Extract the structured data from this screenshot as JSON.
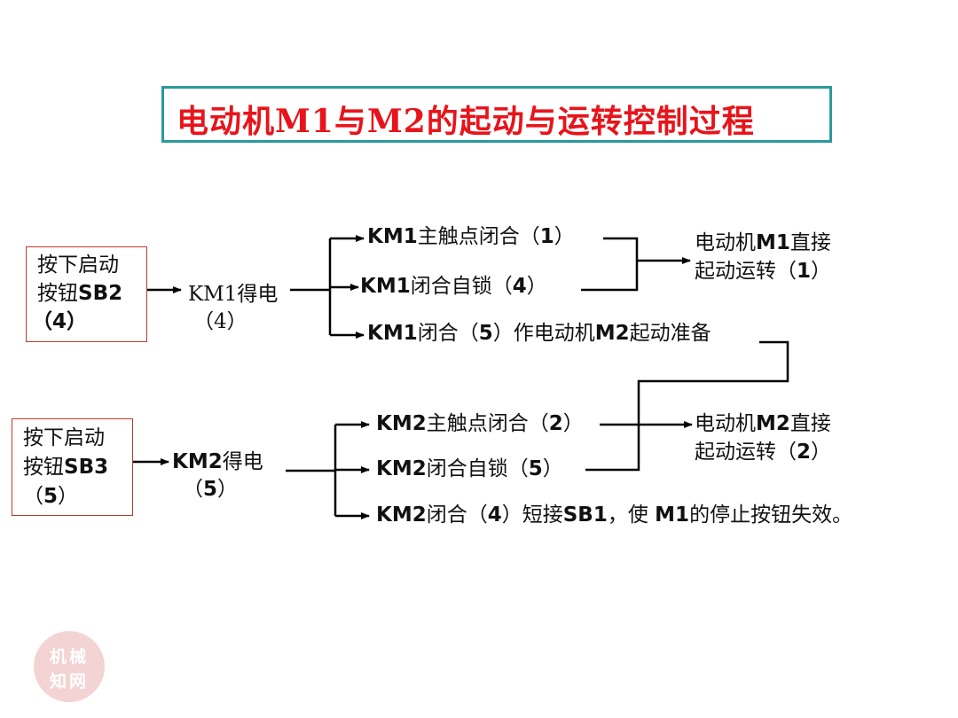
{
  "title": "电动机M1与M2的起动与运转控制过程",
  "group1": {
    "input": {
      "line1": "按下启动",
      "line2a": "按钮",
      "line2b": "SB2",
      "line3": "（4）"
    },
    "coil": {
      "line1": "KM1得电",
      "line2": "（4）"
    },
    "branches": [
      {
        "pre": "KM1",
        "text": "主触点闭合（",
        "num": "1",
        "post": "）"
      },
      {
        "pre": "KM1",
        "text": "闭合自锁（",
        "num": "4",
        "post": "）"
      },
      {
        "pre": "KM1",
        "text": "闭合（",
        "num": "5",
        "post": "）作电动机",
        "pre2": "M2",
        "post2": "起动准备"
      }
    ],
    "result": {
      "line1a": "电动机",
      "line1b": "M1",
      "line1c": "直接",
      "line2a": "起动运转（",
      "line2b": "1",
      "line2c": "）"
    }
  },
  "group2": {
    "input": {
      "line1": "按下启动",
      "line2a": "按钮",
      "line2b": "SB3",
      "line3a": "（",
      "line3b": "5",
      "line3c": "）"
    },
    "coil": {
      "line1a": "KM2",
      "line1b": "得电",
      "line2a": "（",
      "line2b": "5",
      "line2c": "）"
    },
    "branches": [
      {
        "pre": "KM2",
        "text": "主触点闭合（",
        "num": "2",
        "post": "）"
      },
      {
        "pre": "KM2",
        "text": "闭合自锁（",
        "num": "5",
        "post": "）"
      },
      {
        "pre": "KM2",
        "text": "闭合（",
        "num": "4",
        "post": "）短接",
        "pre2": "SB1",
        "post2": "，使 ",
        "pre3": "M1",
        "post3": "的停止按钮失效。"
      }
    ],
    "result": {
      "line1a": "电动机",
      "line1b": "M2",
      "line1c": "直接",
      "line2a": "起动运转（",
      "line2b": "2",
      "line2c": "）"
    }
  },
  "watermark": {
    "line1": "机械",
    "line2": "知网"
  },
  "colors": {
    "title": "#e8141b",
    "title_border": "#2a9a9a",
    "box_border": "#c0392b",
    "line": "#000000"
  }
}
